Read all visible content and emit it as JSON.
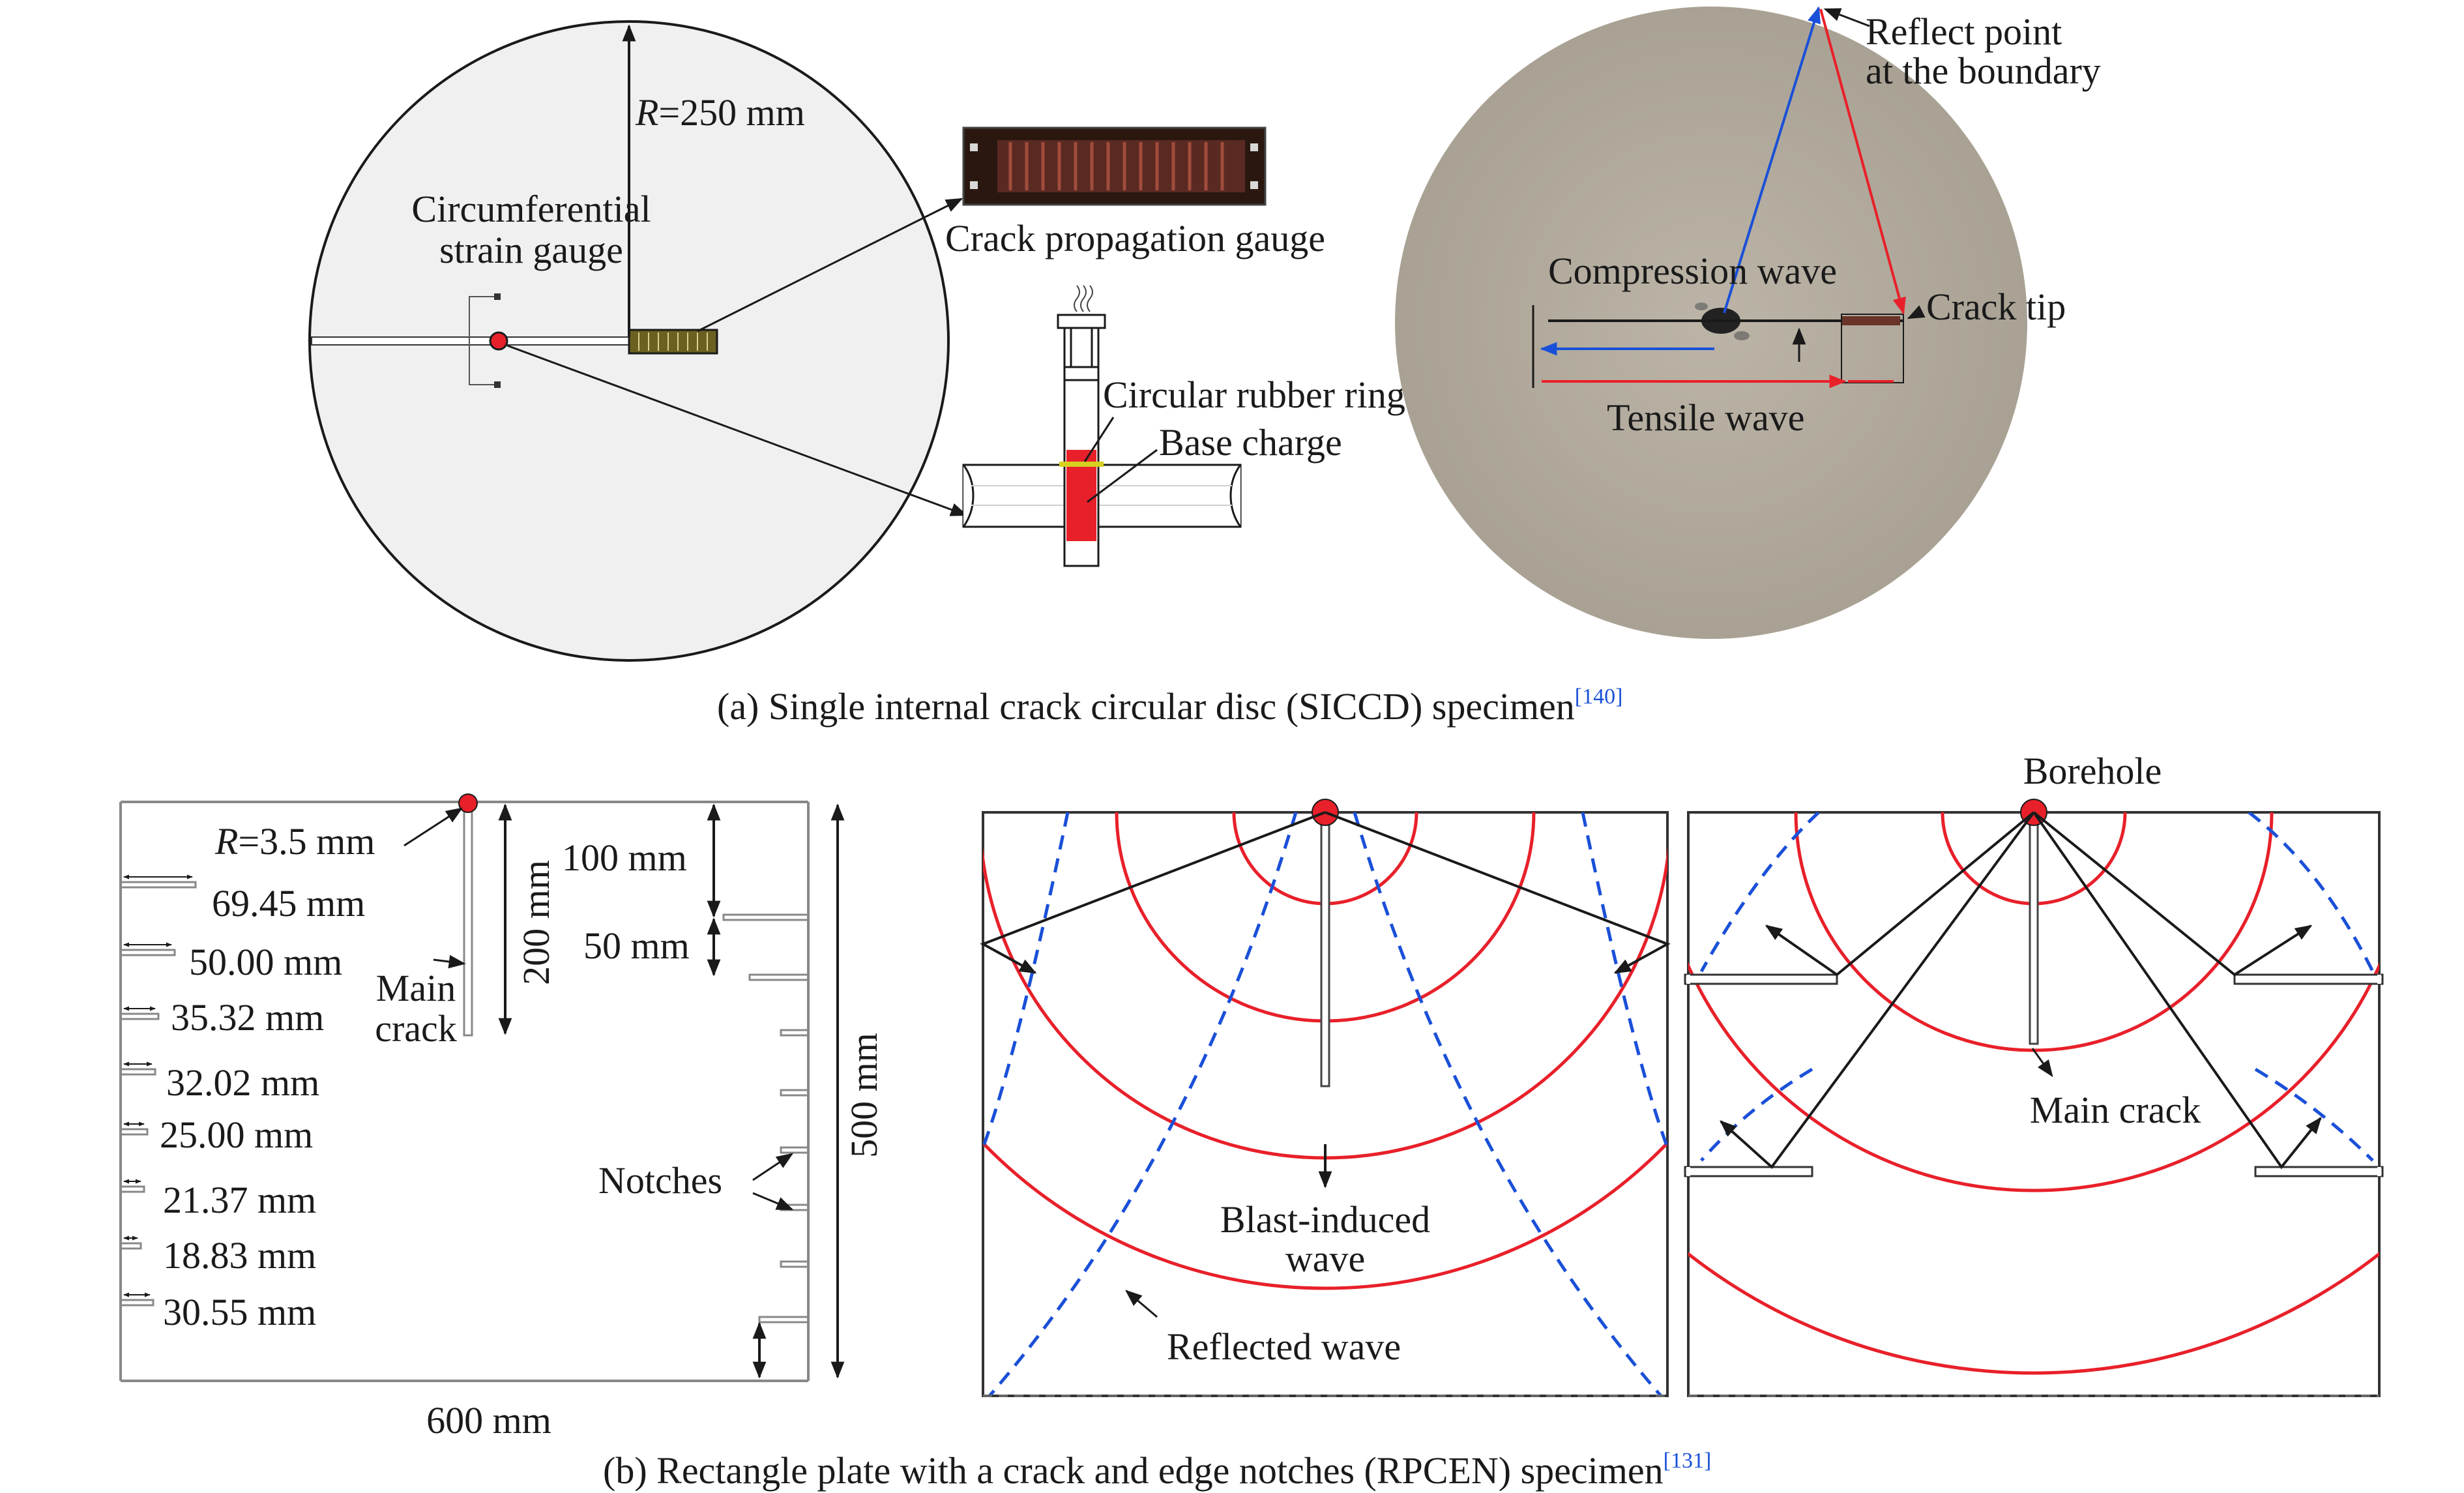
{
  "colors": {
    "red": "#e8202a",
    "blue": "#1a50d8",
    "dark": "#1a1a1a",
    "disc_fill": "#f0f0f0",
    "photo_fill": "#b5aea1"
  },
  "panel_a": {
    "radius_label_R": "R",
    "radius_label_value": "=250 mm",
    "strain_gauge_line1": "Circumferential",
    "strain_gauge_line2": "strain gauge",
    "crack_gauge_label": "Crack propagation gauge",
    "rubber_ring_label": "Circular rubber ring",
    "base_charge_label": "Base charge",
    "reflect_line1": "Reflect point",
    "reflect_line2": "at the boundary",
    "compression_label": "Compression wave",
    "crack_tip_label": "Crack tip",
    "tensile_label": "Tensile wave",
    "caption_text": "(a) Single internal crack circular disc (SICCD) specimen",
    "caption_ref": "[140]"
  },
  "panel_b": {
    "radius_label_R": "R",
    "radius_label_value": "=3.5 mm",
    "notch_widths": [
      "69.45 mm",
      "50.00 mm",
      "35.32 mm",
      "32.02 mm",
      "25.00 mm",
      "21.37 mm",
      "18.83 mm",
      "30.55 mm"
    ],
    "main_crack_line1": "Main",
    "main_crack_line2": "crack",
    "length_200": "200 mm",
    "spacing_100": "100 mm",
    "spacing_50": "50 mm",
    "notches_label": "Notches",
    "height_500": "500 mm",
    "width_600": "600 mm",
    "blast_line1": "Blast-induced",
    "blast_line2": "wave",
    "reflected_label": "Reflected wave",
    "borehole_label": "Borehole",
    "main_crack_label": "Main crack",
    "caption_text": "(b) Rectangle plate with a crack and edge notches (RPCEN) specimen",
    "caption_ref": "[131]"
  }
}
